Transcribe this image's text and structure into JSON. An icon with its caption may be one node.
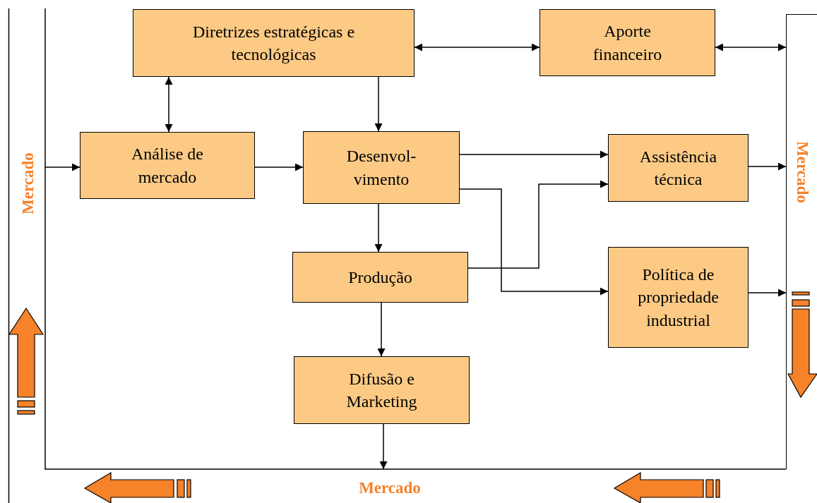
{
  "diagram": {
    "nodes": [
      {
        "text": [
          "Diretrizes estratégicas e tecnológicas"
        ]
      },
      {
        "text": [
          "Aporte financeiro"
        ]
      },
      {
        "text": [
          "Mercado"
        ]
      },
      {
        "text": [
          "Análise de mercado"
        ]
      },
      {
        "text": [
          "Desenvol- vimento"
        ]
      },
      {
        "text": [
          "Assistência técnica"
        ]
      },
      {
        "text": [
          "Mercado"
        ]
      },
      {
        "text": [
          "Produção"
        ]
      },
      {
        "text": [
          "Política de propriedade industrial"
        ]
      },
      {
        "text": [
          "Difusão e Marketing"
        ]
      },
      {
        "text": [
          "Mercado"
        ]
      }
    ],
    "edges": [
      {
        "from": 0,
        "to": 1,
        "arrow": "both"
      },
      {
        "from": 1,
        "to": 6,
        "arrow": "both"
      },
      {
        "from": 0,
        "to": 3,
        "arrow": "both"
      },
      {
        "from": 0,
        "to": 4,
        "arrow": "to"
      },
      {
        "from": 2,
        "to": 3,
        "arrow": "to"
      },
      {
        "from": 3,
        "to": 4,
        "arrow": "to"
      },
      {
        "from": 4,
        "to": 5,
        "arrow": "to"
      },
      {
        "from": 4,
        "to": 8,
        "arrow": "to"
      },
      {
        "from": 7,
        "to": 5,
        "arrow": "to"
      },
      {
        "from": 4,
        "to": 7,
        "arrow": "to"
      },
      {
        "from": 7,
        "to": 9,
        "arrow": "to"
      },
      {
        "from": 9,
        "to": 10,
        "arrow": "to"
      },
      {
        "from": 5,
        "to": 6,
        "arrow": "to"
      },
      {
        "from": 8,
        "to": 6,
        "arrow": "to"
      }
    ]
  }
}
